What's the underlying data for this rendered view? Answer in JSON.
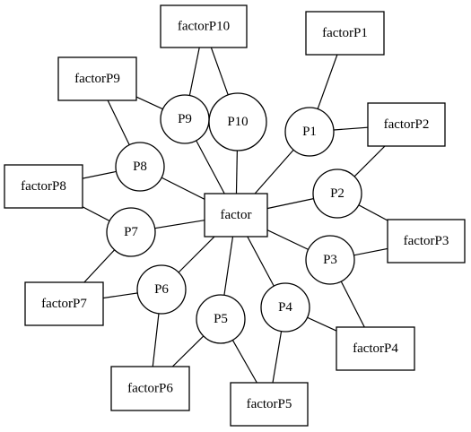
{
  "graph": {
    "center": {
      "id": "factor",
      "label": "factor"
    },
    "variables": [
      {
        "id": "P1",
        "label": "P1"
      },
      {
        "id": "P2",
        "label": "P2"
      },
      {
        "id": "P3",
        "label": "P3"
      },
      {
        "id": "P4",
        "label": "P4"
      },
      {
        "id": "P5",
        "label": "P5"
      },
      {
        "id": "P6",
        "label": "P6"
      },
      {
        "id": "P7",
        "label": "P7"
      },
      {
        "id": "P8",
        "label": "P8"
      },
      {
        "id": "P9",
        "label": "P9"
      },
      {
        "id": "P10",
        "label": "P10"
      }
    ],
    "factors": [
      {
        "id": "factorP1",
        "label": "factorP1"
      },
      {
        "id": "factorP2",
        "label": "factorP2"
      },
      {
        "id": "factorP3",
        "label": "factorP3"
      },
      {
        "id": "factorP4",
        "label": "factorP4"
      },
      {
        "id": "factorP5",
        "label": "factorP5"
      },
      {
        "id": "factorP6",
        "label": "factorP6"
      },
      {
        "id": "factorP7",
        "label": "factorP7"
      },
      {
        "id": "factorP8",
        "label": "factorP8"
      },
      {
        "id": "factorP9",
        "label": "factorP9"
      },
      {
        "id": "factorP10",
        "label": "factorP10"
      }
    ],
    "edges": [
      [
        "factor",
        "P1"
      ],
      [
        "factor",
        "P2"
      ],
      [
        "factor",
        "P3"
      ],
      [
        "factor",
        "P4"
      ],
      [
        "factor",
        "P5"
      ],
      [
        "factor",
        "P6"
      ],
      [
        "factor",
        "P7"
      ],
      [
        "factor",
        "P8"
      ],
      [
        "factor",
        "P9"
      ],
      [
        "factor",
        "P10"
      ],
      [
        "P1",
        "factorP1"
      ],
      [
        "P1",
        "factorP2"
      ],
      [
        "P2",
        "factorP2"
      ],
      [
        "P2",
        "factorP3"
      ],
      [
        "P3",
        "factorP3"
      ],
      [
        "P3",
        "factorP4"
      ],
      [
        "P4",
        "factorP4"
      ],
      [
        "P4",
        "factorP5"
      ],
      [
        "P5",
        "factorP5"
      ],
      [
        "P5",
        "factorP6"
      ],
      [
        "P6",
        "factorP6"
      ],
      [
        "P6",
        "factorP7"
      ],
      [
        "P7",
        "factorP7"
      ],
      [
        "P7",
        "factorP8"
      ],
      [
        "P8",
        "factorP8"
      ],
      [
        "P8",
        "factorP9"
      ],
      [
        "P9",
        "factorP9"
      ],
      [
        "P9",
        "factorP10"
      ],
      [
        "P10",
        "factorP10"
      ]
    ]
  }
}
